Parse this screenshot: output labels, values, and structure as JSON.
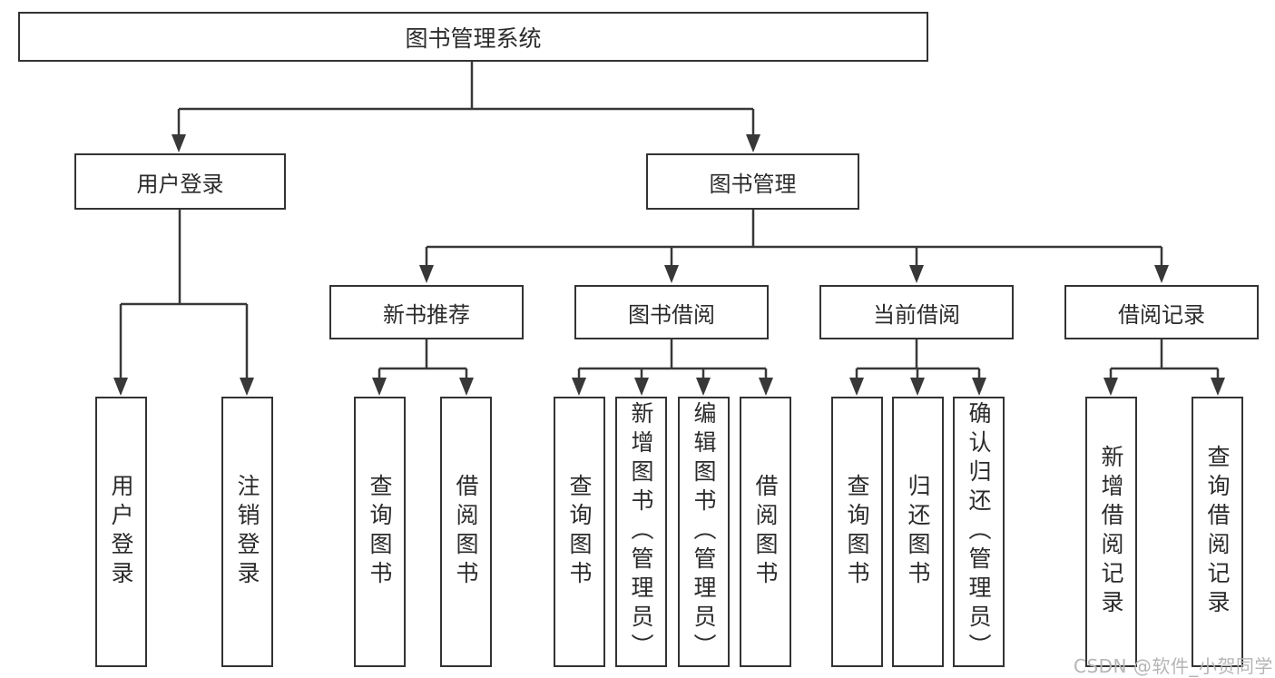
{
  "diagram": {
    "title": "图书管理系统",
    "root": {
      "label": "图书管理系统"
    },
    "level2": [
      {
        "label": "用户登录"
      },
      {
        "label": "图书管理"
      }
    ],
    "level3": [
      {
        "label": "新书推荐",
        "parent": "图书管理"
      },
      {
        "label": "图书借阅",
        "parent": "图书管理"
      },
      {
        "label": "当前借阅",
        "parent": "图书管理"
      },
      {
        "label": "借阅记录",
        "parent": "图书管理"
      }
    ],
    "leaves": [
      {
        "label": "用户登录",
        "parent": "用户登录"
      },
      {
        "label": "注销登录",
        "parent": "用户登录"
      },
      {
        "label": "查询图书",
        "parent": "新书推荐"
      },
      {
        "label": "借阅图书",
        "parent": "新书推荐"
      },
      {
        "label": "查询图书",
        "parent": "图书借阅"
      },
      {
        "label": "新增图书（管理员）",
        "parent": "图书借阅"
      },
      {
        "label": "编辑图书（管理员）",
        "parent": "图书借阅"
      },
      {
        "label": "借阅图书",
        "parent": "图书借阅"
      },
      {
        "label": "查询图书",
        "parent": "当前借阅"
      },
      {
        "label": "归还图书",
        "parent": "当前借阅"
      },
      {
        "label": "确认归还（管理员）",
        "parent": "当前借阅"
      },
      {
        "label": "新增借阅记录",
        "parent": "借阅记录"
      },
      {
        "label": "查询借阅记录",
        "parent": "借阅记录"
      }
    ],
    "watermark": "CSDN @软件_小贺同学",
    "colors": {
      "line": "#383838",
      "box_border": "#333333",
      "box_fill": "#ffffff",
      "text": "#2b2b2b",
      "watermark": "#b5b5b5"
    }
  }
}
